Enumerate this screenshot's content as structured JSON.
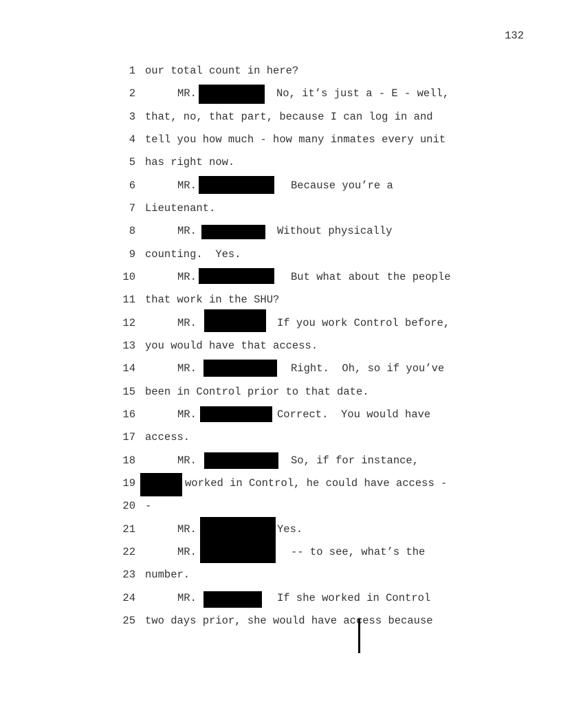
{
  "page_number": "132",
  "lines": [
    {
      "num": "1",
      "text": "our total count in here?"
    },
    {
      "num": "2",
      "speaker": "MR.",
      "text": "No, it’s just a - E - well,"
    },
    {
      "num": "3",
      "text": "that, no, that part, because I can log in and"
    },
    {
      "num": "4",
      "text": "tell you how much - how many inmates every unit"
    },
    {
      "num": "5",
      "text": "has right now."
    },
    {
      "num": "6",
      "speaker": "MR.",
      "text": "Because you’re a"
    },
    {
      "num": "7",
      "text": "Lieutenant."
    },
    {
      "num": "8",
      "speaker": "MR.",
      "text": "Without physically"
    },
    {
      "num": "9",
      "text": "counting.  Yes."
    },
    {
      "num": "10",
      "speaker": "MR.",
      "text": "But what about the people"
    },
    {
      "num": "11",
      "text": "that work in the SHU?"
    },
    {
      "num": "12",
      "speaker": "MR.",
      "text": "If you work Control before,"
    },
    {
      "num": "13",
      "text": "you would have that access."
    },
    {
      "num": "14",
      "speaker": "MR.",
      "text": "Right.  Oh, so if you’ve"
    },
    {
      "num": "15",
      "text": "been in Control prior to that date."
    },
    {
      "num": "16",
      "speaker": "MR.",
      "text": "Correct.  You would have"
    },
    {
      "num": "17",
      "text": "access."
    },
    {
      "num": "18",
      "speaker": "MR.",
      "text": "So, if for instance,"
    },
    {
      "num": "19",
      "text": "worked in Control, he could have access -"
    },
    {
      "num": "20",
      "text": "-"
    },
    {
      "num": "21",
      "speaker": "MR.",
      "text": "Yes."
    },
    {
      "num": "22",
      "speaker": "MR.",
      "text": "-- to see, what’s the"
    },
    {
      "num": "23",
      "text": "number."
    },
    {
      "num": "24",
      "speaker": "MR.",
      "text": "If she worked in Control"
    },
    {
      "num": "25",
      "text": "two days prior, she would have access because"
    }
  ]
}
